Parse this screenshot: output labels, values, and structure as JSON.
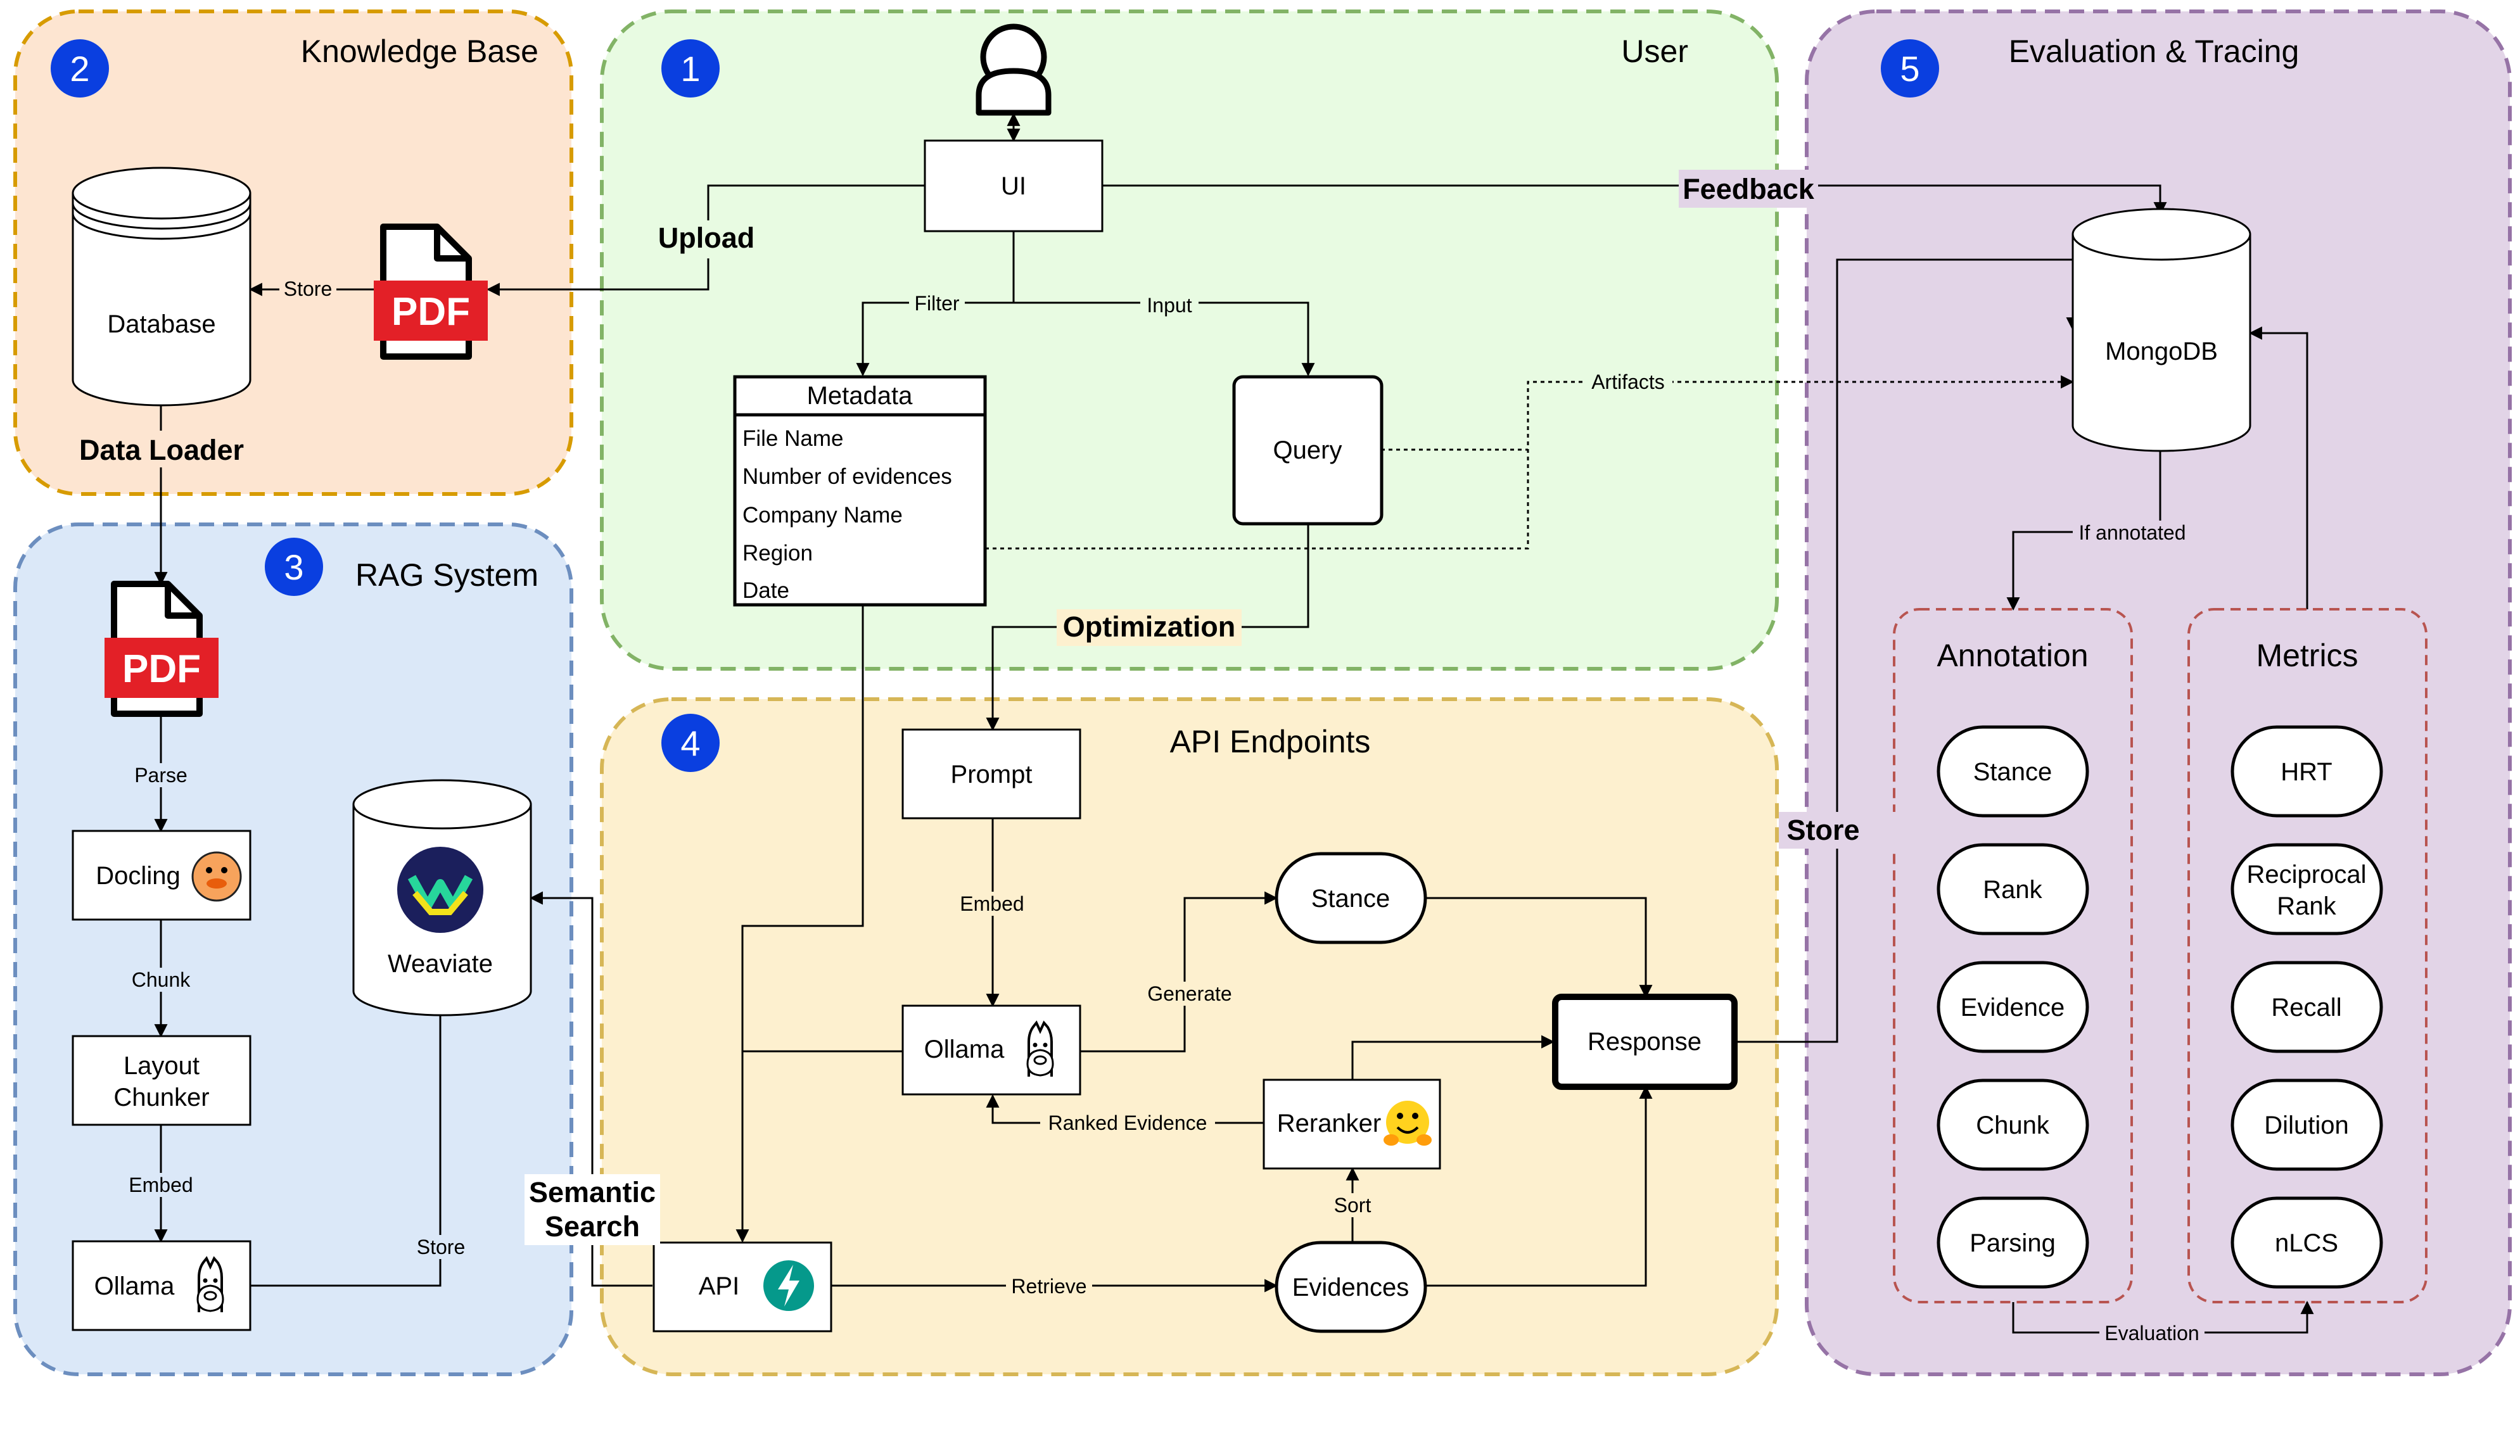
{
  "panels": {
    "user": {
      "number": "1",
      "title": "User"
    },
    "knowledge_base": {
      "number": "2",
      "title": "Knowledge Base"
    },
    "rag_system": {
      "number": "3",
      "title": "RAG System"
    },
    "api_endpoints": {
      "number": "4",
      "title": "API Endpoints"
    },
    "evaluation": {
      "number": "5",
      "title": "Evaluation & Tracing"
    }
  },
  "nodes": {
    "ui": "UI",
    "database": "Database",
    "metadata": {
      "title": "Metadata",
      "fields": [
        "File Name",
        "Number of evidences",
        "Company Name",
        "Region",
        "Date"
      ]
    },
    "query": "Query",
    "mongodb": "MongoDB",
    "docling": "Docling",
    "layout_chunker": [
      "Layout",
      "Chunker"
    ],
    "ollama_rag": "Ollama",
    "weaviate": "Weaviate",
    "prompt": "Prompt",
    "ollama_api": "Ollama",
    "stance": "Stance",
    "reranker": "Reranker",
    "response": "Response",
    "api": "API",
    "evidences": "Evidences",
    "pdf_label": "PDF"
  },
  "annotation": {
    "title": "Annotation",
    "items": [
      "Stance",
      "Rank",
      "Evidence",
      "Chunk",
      "Parsing"
    ]
  },
  "metrics": {
    "title": "Metrics",
    "items": [
      "HRT",
      [
        "Reciprocal",
        "Rank"
      ],
      "Recall",
      "Dilution",
      "nLCS"
    ]
  },
  "edge_labels": {
    "upload": "Upload",
    "store_pdf": "Store",
    "feedback": "Feedback",
    "filter": "Filter",
    "input": "Input",
    "artifacts": "Artifacts",
    "data_loader": "Data Loader",
    "optimization": "Optimization",
    "if_annotated": "If annotated",
    "parse": "Parse",
    "chunk": "Chunk",
    "embed_rag": "Embed",
    "store_weaviate": "Store",
    "semantic_search": [
      "Semantic",
      "Search"
    ],
    "embed_api": "Embed",
    "generate": "Generate",
    "ranked_evidence": "Ranked Evidence",
    "sort": "Sort",
    "retrieve": "Retrieve",
    "store_response": "Store",
    "evaluation": "Evaluation"
  },
  "colors": {
    "user_fill": "#e8fbe2",
    "user_stroke": "#82b366",
    "kb_fill": "#fde5d1",
    "kb_stroke": "#d79b00",
    "rag_fill": "#dbe8f8",
    "rag_stroke": "#6c8ebf",
    "api_fill": "#fdf0cf",
    "api_stroke": "#d6b656",
    "eval_fill": "#e2d4e7",
    "eval_stroke": "#9673a6",
    "group_stroke": "#b85450",
    "badge": "#0a3fe0",
    "pdf_red": "#e32027"
  }
}
